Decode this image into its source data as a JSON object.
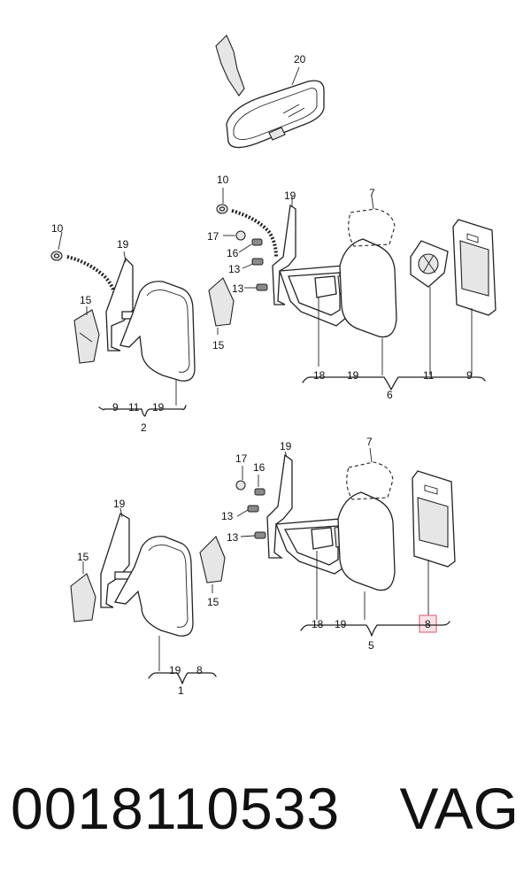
{
  "diagram": {
    "callouts": {
      "c20": "20",
      "c10a": "10",
      "c19a": "19",
      "c15a": "15",
      "g2_9": "9",
      "g2_11": "11",
      "g2_19": "19",
      "g2_label": "2",
      "c10b": "10",
      "c17a": "17",
      "c16a": "16",
      "c13a": "13",
      "c13b": "13",
      "c15b": "15",
      "c19b": "19",
      "c7a": "7",
      "g6_18": "18",
      "g6_19": "19",
      "g6_11": "11",
      "g6_9": "9",
      "g6_label": "6",
      "c17b": "17",
      "c16b": "16",
      "c13c": "13",
      "c13d": "13",
      "c19c": "19",
      "c7b": "7",
      "c19d": "19",
      "c15c": "15",
      "c15d": "15",
      "g5_18": "18",
      "g5_19": "19",
      "g5_8": "8",
      "g5_label": "5",
      "g1_19": "19",
      "g1_8": "8",
      "g1_label": "1"
    },
    "highlight_color": "#e36d86"
  },
  "footer": {
    "part_number": "0018110533",
    "brand": "VAG"
  }
}
